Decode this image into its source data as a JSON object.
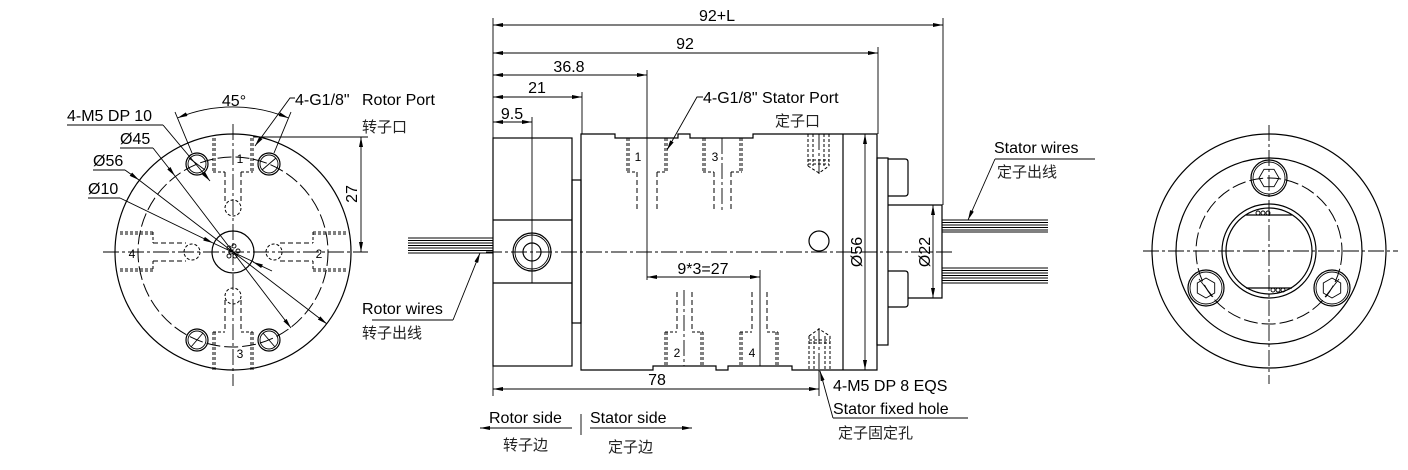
{
  "drawing": {
    "left_view": {
      "mounting_holes": "4-M5 DP 10",
      "dia_pcd": "Ø45",
      "dia_outer": "Ø56",
      "dia_bore": "Ø10",
      "angle": "45°",
      "rotor_port_spec": "4-G1/8\"",
      "rotor_port_en": "Rotor Port",
      "rotor_port_zh": "转子口",
      "port_height": "27",
      "port_numbers": {
        "p1": "1",
        "p2": "2",
        "p3": "3",
        "p4": "4"
      }
    },
    "side_view": {
      "dimensions": {
        "overall": "92+L",
        "body": "92",
        "first_port": "36.8",
        "rotor_length": "21",
        "rotor_port_center": "9.5",
        "port_pitch": "9*3=27",
        "fixed_hole_offset": "78",
        "body_dia": "Ø56",
        "stator_dia": "Ø22"
      },
      "stator_port_spec": "4-G1/8\" Stator Port",
      "stator_port_zh": "定子口",
      "stator_wires_en": "Stator wires",
      "stator_wires_zh": "定子出线",
      "rotor_wires_en": "Rotor wires",
      "rotor_wires_zh": "转子出线",
      "fixed_hole_spec": "4-M5 DP 8 EQS",
      "fixed_hole_en": "Stator fixed hole",
      "fixed_hole_zh": "定子固定孔",
      "port_numbers": {
        "p1": "1",
        "p2": "2",
        "p3": "3",
        "p4": "4"
      }
    },
    "legend": {
      "rotor_side_en": "Rotor side",
      "rotor_side_zh": "转子边",
      "stator_side_en": "Stator side",
      "stator_side_zh": "定子边"
    }
  }
}
